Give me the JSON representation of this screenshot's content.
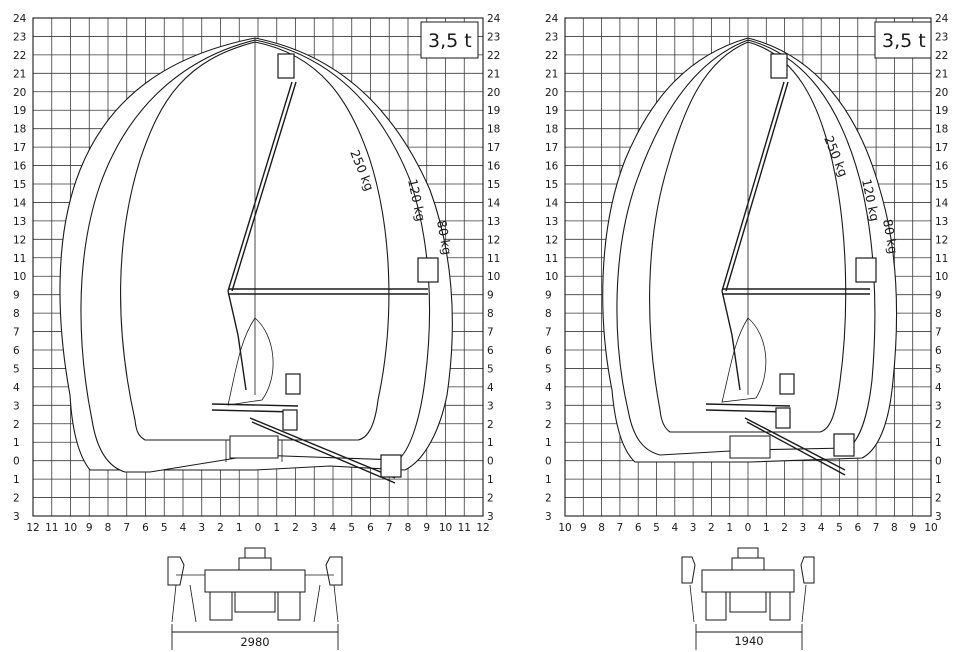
{
  "left_diagram": {
    "weight_label": "3,5 t",
    "y_ticks_left": [
      "24",
      "23",
      "22",
      "21",
      "20",
      "19",
      "18",
      "17",
      "16",
      "15",
      "14",
      "13",
      "12",
      "11",
      "10",
      "9",
      "8",
      "7",
      "6",
      "5",
      "4",
      "3",
      "2",
      "1",
      "0",
      "1",
      "2",
      "3"
    ],
    "y_ticks_right": [
      "24",
      "23",
      "22",
      "21",
      "20",
      "19",
      "18",
      "17",
      "16",
      "15",
      "14",
      "13",
      "12",
      "11",
      "10",
      "9",
      "8",
      "7",
      "6",
      "5",
      "4",
      "3",
      "2",
      "1",
      "0",
      "1",
      "2",
      "3"
    ],
    "x_ticks": [
      "12",
      "11",
      "10",
      "9",
      "8",
      "7",
      "6",
      "5",
      "4",
      "3",
      "2",
      "1",
      "0",
      "1",
      "2",
      "3",
      "4",
      "5",
      "6",
      "7",
      "8",
      "9",
      "10",
      "11",
      "12"
    ],
    "load_labels": [
      "250 kg",
      "120 kg",
      "80 kg"
    ],
    "dimension": "2980"
  },
  "right_diagram": {
    "weight_label": "3,5 t",
    "y_ticks_left": [
      "24",
      "23",
      "22",
      "21",
      "20",
      "19",
      "18",
      "17",
      "16",
      "15",
      "14",
      "13",
      "12",
      "11",
      "10",
      "9",
      "8",
      "7",
      "6",
      "5",
      "4",
      "3",
      "2",
      "1",
      "0",
      "1",
      "2",
      "3"
    ],
    "y_ticks_right": [
      "24",
      "23",
      "22",
      "21",
      "20",
      "19",
      "18",
      "17",
      "16",
      "15",
      "14",
      "13",
      "12",
      "11",
      "10",
      "9",
      "8",
      "7",
      "6",
      "5",
      "4",
      "3",
      "2",
      "1",
      "0",
      "1",
      "2",
      "3"
    ],
    "x_ticks": [
      "10",
      "9",
      "8",
      "7",
      "6",
      "5",
      "4",
      "3",
      "2",
      "1",
      "0",
      "1",
      "2",
      "3",
      "4",
      "5",
      "6",
      "7",
      "8",
      "9",
      "10"
    ],
    "load_labels": [
      "250 kg",
      "120 kg",
      "80 kg"
    ],
    "dimension": "1940"
  }
}
